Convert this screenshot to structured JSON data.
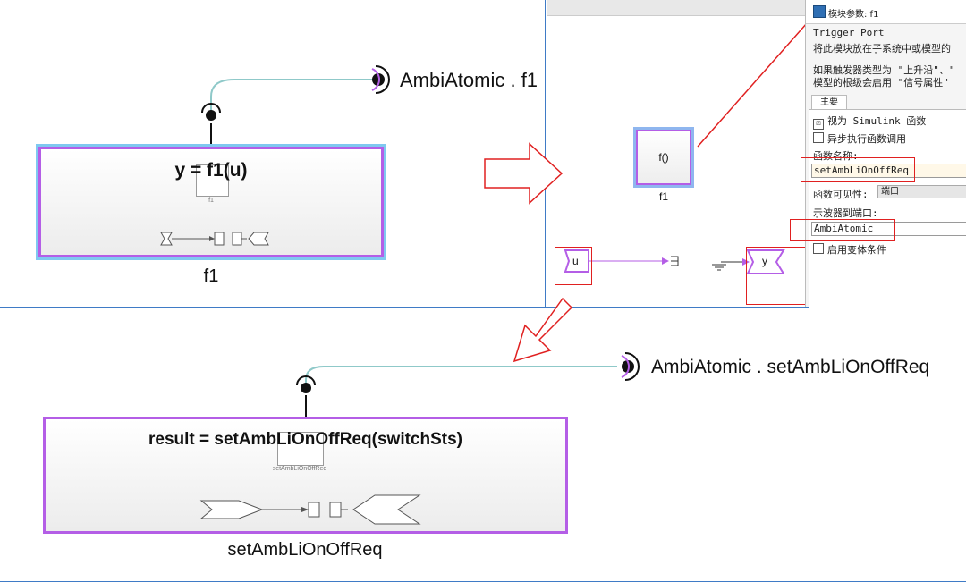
{
  "top_left": {
    "signature": "y = f1(u)",
    "inner_label": "f1",
    "caption": "f1",
    "port_label": "AmbiAtomic . f1"
  },
  "top_right": {
    "block_text": "f()",
    "block_caption": "f1",
    "input_port": "u",
    "output_port": "y",
    "dialog": {
      "title": "模块参数: f1",
      "block_type": "Trigger Port",
      "desc1": "将此模块放在子系统中或模型的",
      "desc2": "如果触发器类型为 \"上升沿\"、\"",
      "desc3": "模型的根级会启用 \"信号属性\"",
      "tab_main": "主要",
      "treat_as_simulink_fn": "视为 Simulink 函数",
      "async_call": "异步执行函数调用",
      "fn_name_label": "函数名称:",
      "fn_name_value": "setAmbLiOnOffReq",
      "fn_visibility_label": "函数可见性:",
      "fn_visibility_value": "端口",
      "scope_label": "示波器到端口:",
      "scope_value": "AmbiAtomic",
      "variant_cond": "启用变体条件",
      "check_mark": "☑"
    }
  },
  "bottom": {
    "signature": "result = setAmbLiOnOffReq(switchSts)",
    "inner_label": "setAmbLiOnOffReq",
    "caption": "setAmbLiOnOffReq",
    "port_label": "AmbiAtomic . setAmbLiOnOffReq"
  },
  "colors": {
    "block_border": "#b45ee6",
    "frame_border": "#3f7bc6",
    "annotation_red": "#e02020",
    "connector": "#8fc9c9"
  }
}
